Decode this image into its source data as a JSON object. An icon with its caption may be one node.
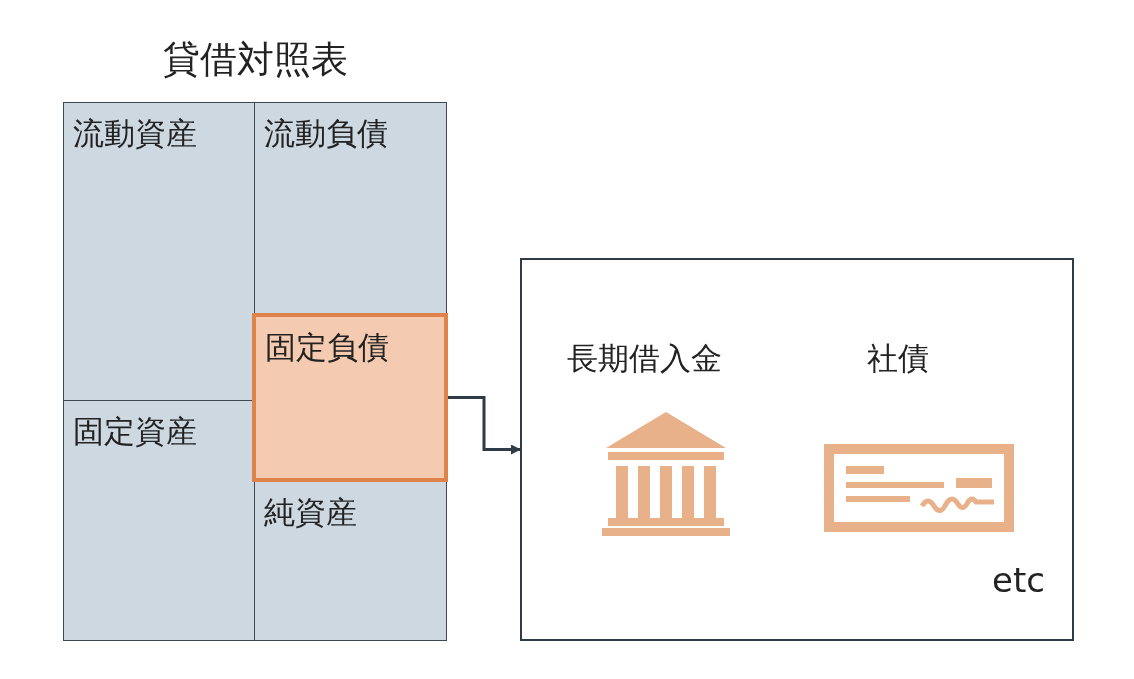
{
  "diagram": {
    "title": "貸借対照表",
    "nodes": [
      {
        "text": [
          "流動資産"
        ]
      },
      {
        "text": [
          "流動負債"
        ]
      },
      {
        "text": [
          "固定負債"
        ]
      },
      {
        "text": [
          "固定資産"
        ]
      },
      {
        "text": [
          "純資産"
        ]
      },
      {
        "text": [
          "長期借入金",
          "社債",
          "etc"
        ]
      }
    ],
    "edges": [
      {
        "from": 2,
        "to": 5,
        "arrow": "to"
      }
    ]
  }
}
